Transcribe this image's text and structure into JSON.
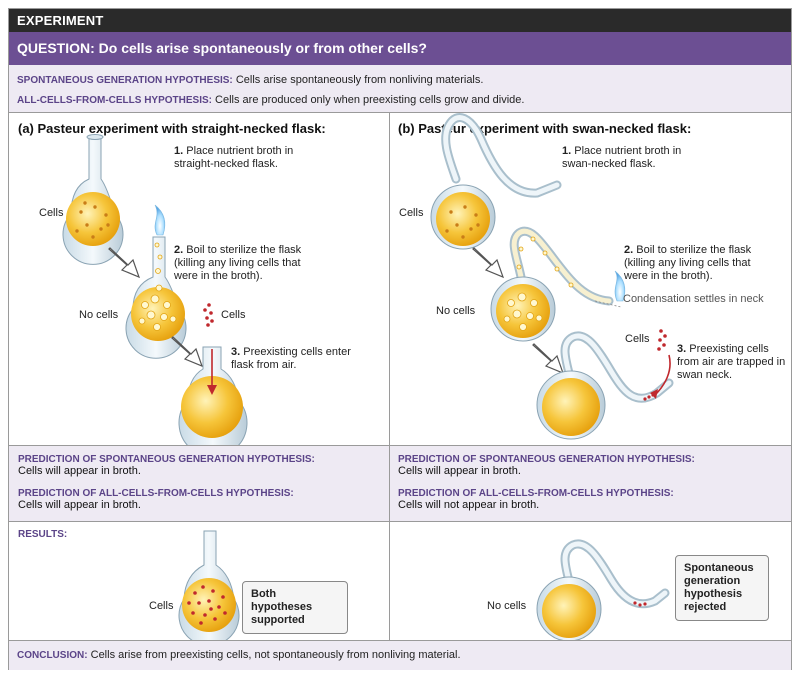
{
  "header": {
    "title": "EXPERIMENT"
  },
  "question": {
    "text": "QUESTION: Do cells arise spontaneously or from other cells?"
  },
  "hypotheses": {
    "spontaneous_label": "SPONTANEOUS GENERATION HYPOTHESIS:",
    "spontaneous_text": " Cells arise spontaneously from nonliving materials.",
    "cells_label": "ALL-CELLS-FROM-CELLS HYPOTHESIS:",
    "cells_text": " Cells are produced only when preexisting cells grow and divide."
  },
  "panel_a": {
    "title": "(a) Pasteur experiment with straight-necked flask:",
    "step1_num": "1.",
    "step1_text": "Place nutrient broth in straight-necked flask.",
    "step2_num": "2.",
    "step2_text": "Boil to sterilize the flask (killing any living cells that were in the broth).",
    "step3_num": "3.",
    "step3_text": "Preexisting cells enter flask from air.",
    "label_cells1": "Cells",
    "label_nocells": "No cells",
    "label_cells2": "Cells"
  },
  "panel_b": {
    "title": "(b) Pasteur experiment with swan-necked flask:",
    "step1_num": "1.",
    "step1_text": "Place nutrient broth in swan-necked flask.",
    "step2_num": "2.",
    "step2_text": "Boil to sterilize the flask (killing any living cells that were in the broth).",
    "step3_num": "3.",
    "step3_text": "Preexisting cells from air are trapped in swan neck.",
    "condensation": "Condensation settles in neck",
    "label_cells1": "Cells",
    "label_nocells": "No cells",
    "label_cells2": "Cells"
  },
  "predictions": {
    "a_spont_label": "PREDICTION OF SPONTANEOUS GENERATION HYPOTHESIS:",
    "a_spont_text": "Cells will appear in broth.",
    "a_cells_label": "PREDICTION OF ALL-CELLS-FROM-CELLS HYPOTHESIS:",
    "a_cells_text": "Cells will appear in broth.",
    "b_spont_label": "PREDICTION OF SPONTANEOUS GENERATION HYPOTHESIS:",
    "b_spont_text": "Cells will appear in broth.",
    "b_cells_label": "PREDICTION OF ALL-CELLS-FROM-CELLS HYPOTHESIS:",
    "b_cells_text": "Cells will not appear in broth."
  },
  "results": {
    "label": "RESULTS:",
    "a_cells": "Cells",
    "a_box": "Both hypotheses supported",
    "b_nocells": "No cells",
    "b_box": "Spontaneous generation hypothesis rejected"
  },
  "conclusion": {
    "label": "CONCLUSION:",
    "text": " Cells arise from preexisting cells, not spontaneously from nonliving material."
  },
  "colors": {
    "purple": "#6c4f93",
    "broth": "#f2b418",
    "cell_red": "#c0282d",
    "panel_bg": "#eeeaf3"
  }
}
